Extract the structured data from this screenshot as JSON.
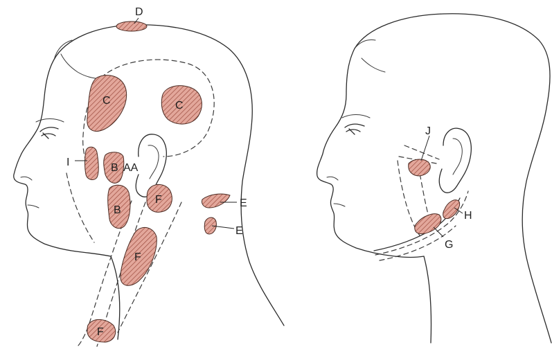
{
  "colors": {
    "zone_fill": "#e3a79b",
    "hatch_line": "#9a4a3d",
    "line": "#2a2a2a",
    "background": "#ffffff"
  },
  "labels": {
    "D": "D",
    "C": "C",
    "I": "I",
    "B": "B",
    "AA": "AA",
    "F": "F",
    "E": "E",
    "J": "J",
    "H": "H",
    "G": "G"
  }
}
